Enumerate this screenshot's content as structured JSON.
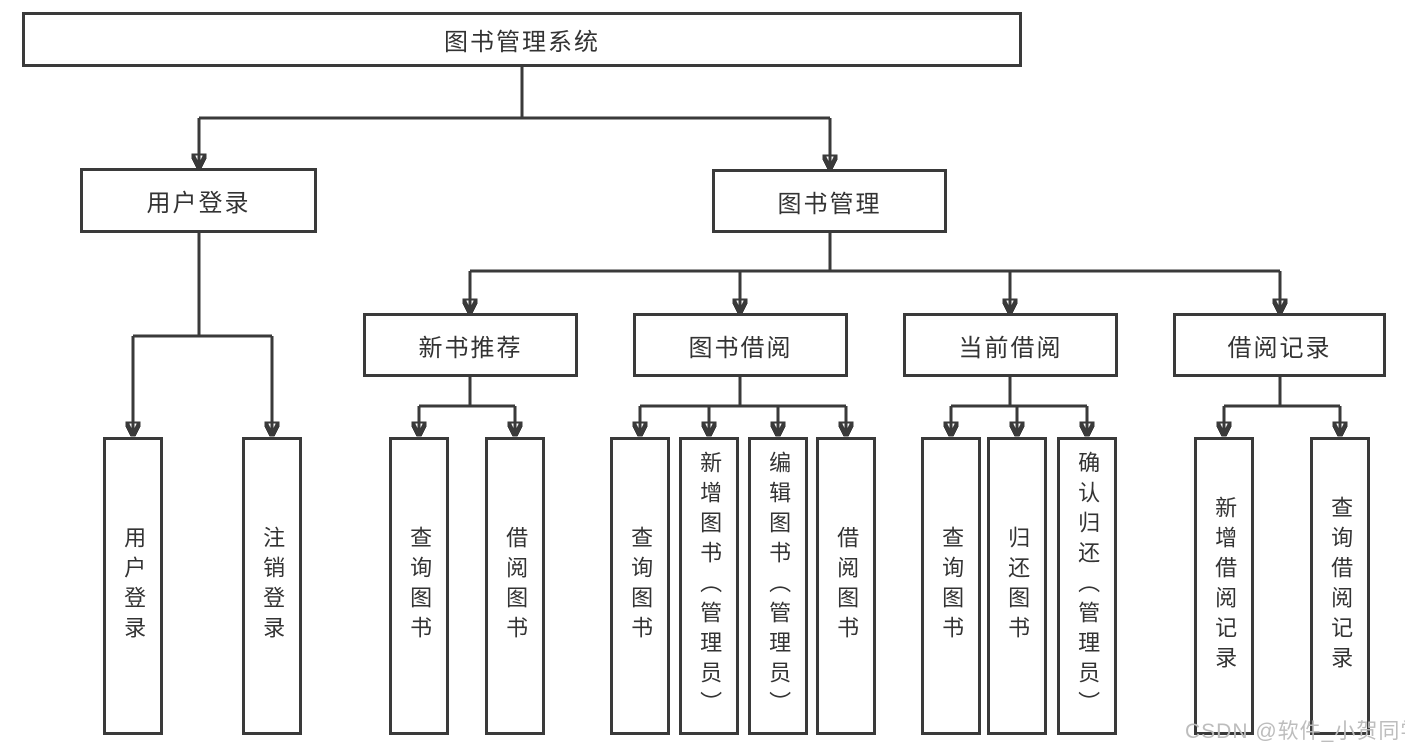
{
  "diagram": {
    "title": "图书管理系统",
    "level2": [
      "用户登录",
      "图书管理"
    ],
    "level3": [
      "新书推荐",
      "图书借阅",
      "当前借阅",
      "借阅记录"
    ],
    "leaves": {
      "user_login": [
        "用户登录",
        "注销登录"
      ],
      "new_book": [
        "查询图书",
        "借阅图书"
      ],
      "book_borrow": [
        "查询图书",
        "新增图书（管理员）",
        "编辑图书（管理员）",
        "借阅图书"
      ],
      "current_borrow": [
        "查询图书",
        "归还图书",
        "确认归还（管理员）"
      ],
      "borrow_record": [
        "新增借阅记录",
        "查询借阅记录"
      ]
    },
    "watermark": "CSDN @软件_小贺同学",
    "colors": {
      "line": "#3a3a3a",
      "text": "#333333",
      "watermark": "#bdbdbd",
      "background": "#ffffff"
    }
  }
}
